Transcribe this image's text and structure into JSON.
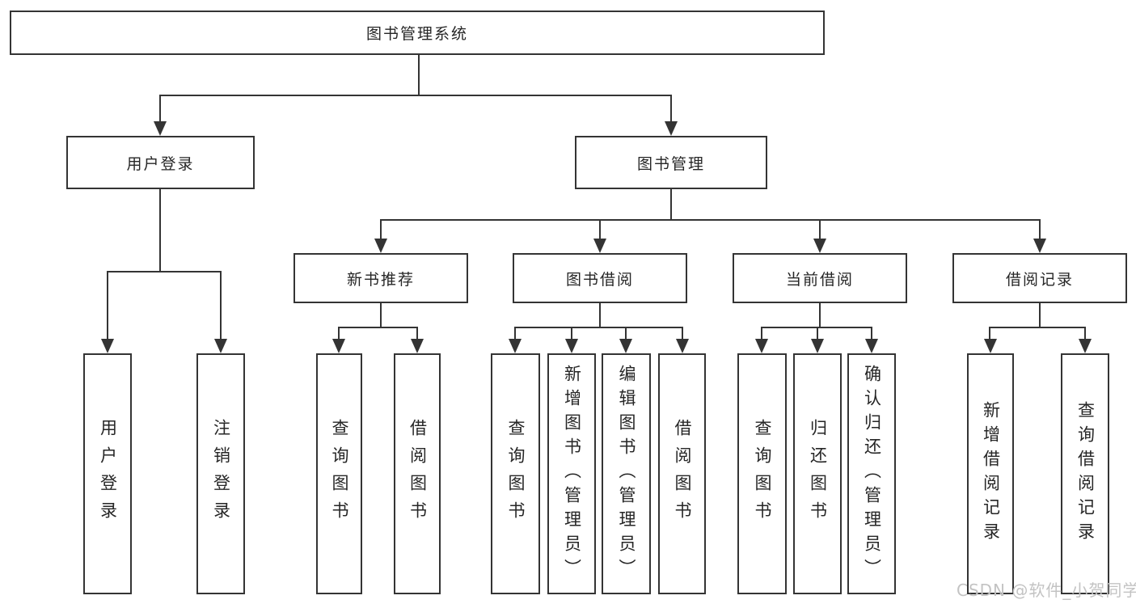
{
  "title": "图书管理系统",
  "watermark": "CSDN @软件_小贺同学",
  "colors": {
    "line": "#343434",
    "text": "#262626",
    "background": "#ffffff",
    "watermark": "#c3c3c3"
  },
  "nodes": {
    "root": "图书管理系统",
    "l2": {
      "user_login": "用户登录",
      "book_mgmt": "图书管理"
    },
    "l3": {
      "new_books": "新书推荐",
      "borrowing": "图书借阅",
      "current": "当前借阅",
      "records": "借阅记录"
    },
    "l4": {
      "user_login_leaf": "用户登录",
      "logout": "注销登录",
      "nb_query": "查询图书",
      "nb_borrow": "借阅图书",
      "bb_query": "查询图书",
      "bb_add": "新增图书（管理员）",
      "bb_edit": "编辑图书（管理员）",
      "bb_borrow": "借阅图书",
      "cb_query": "查询图书",
      "cb_return": "归还图书",
      "cb_confirm": "确认归还（管理员）",
      "br_add": "新增借阅记录",
      "br_query": "查询借阅记录"
    }
  }
}
